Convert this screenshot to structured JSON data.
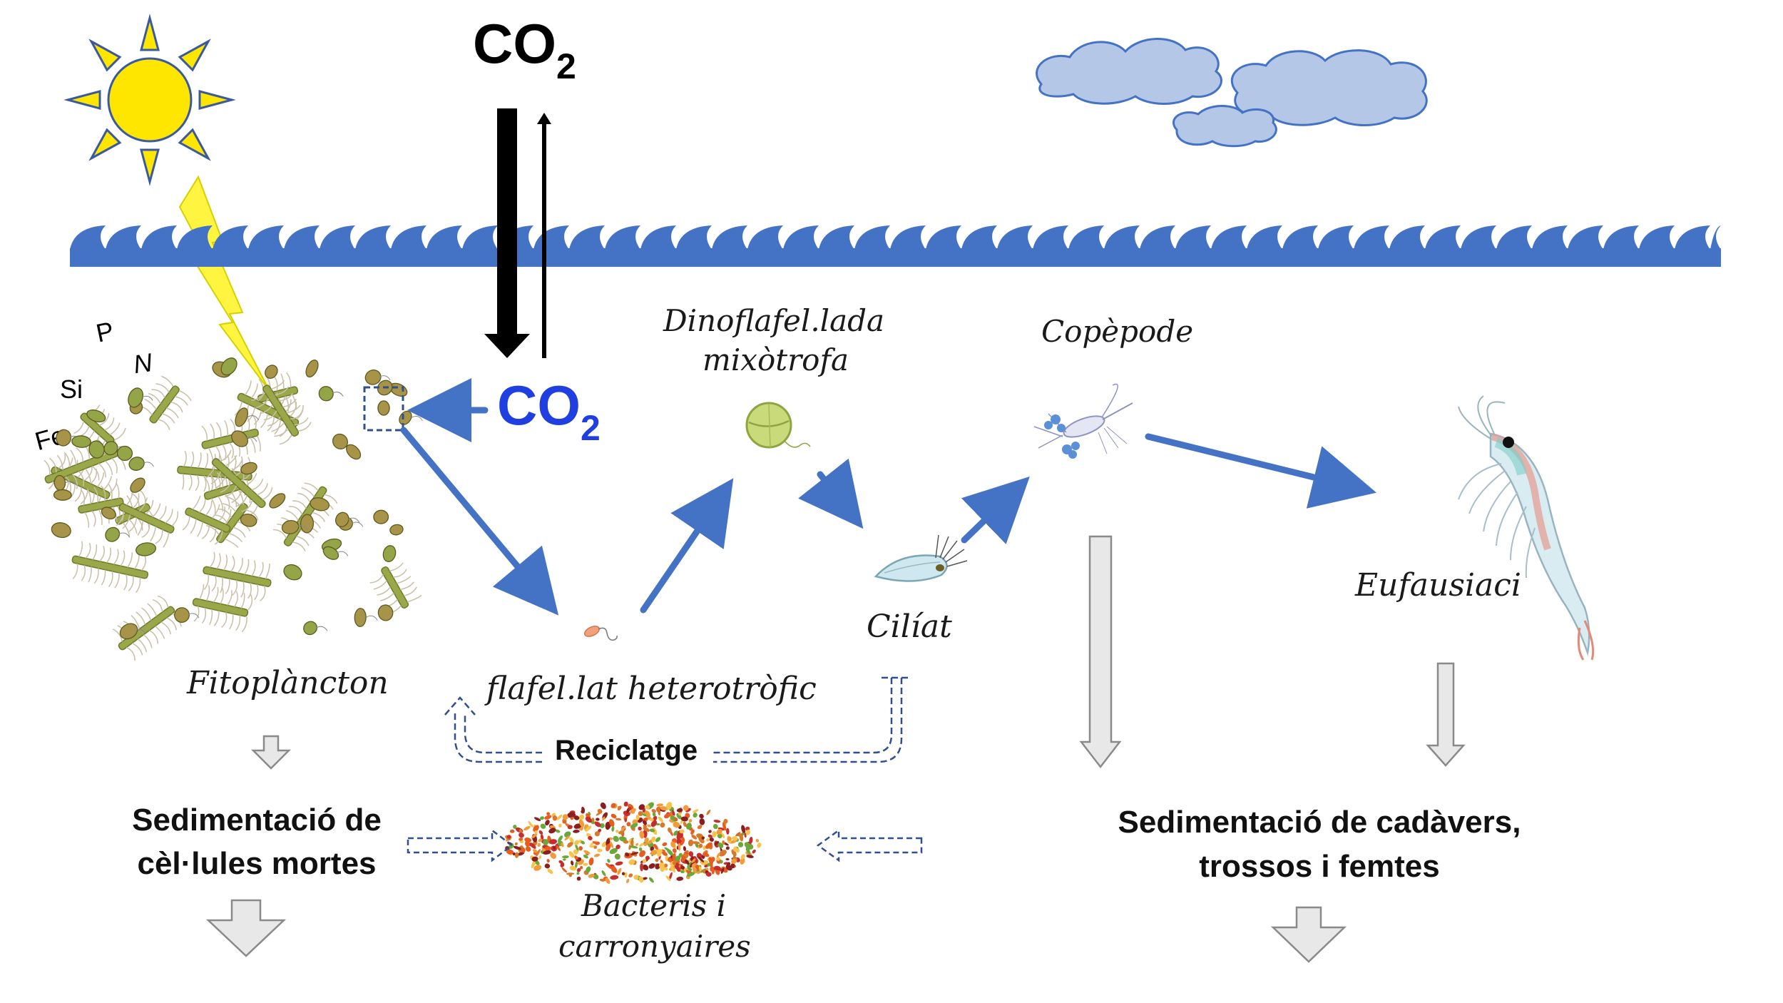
{
  "labels": {
    "co2_top": "CO",
    "co2_top_sub": "2",
    "co2_blue": "CO",
    "co2_blue_sub": "2",
    "nutrient_p": "P",
    "nutrient_n": "N",
    "nutrient_si": "Si",
    "nutrient_fe": "Fe",
    "dinoflagellate": "Dinoflafel.lada",
    "dinoflagellate_line2": "mixòtrofa",
    "copepod": "Copèpode",
    "krill": "Eufausiaci",
    "ciliate": "Cilíat",
    "phytoplankton": "Fitoplàncton",
    "heterotrophic_flagellate": "flafel.lat heterotròfic",
    "recycling": "Reciclatge",
    "sedimentation_cells_line1": "Sedimentació de",
    "sedimentation_cells_line2": "cèl·lules mortes",
    "sedimentation_remains_line1": "Sedimentació de cadàvers,",
    "sedimentation_remains_line2": "trossos i femtes",
    "bacteria_line1": "Bacteris i",
    "bacteria_line2": "carronyaires"
  },
  "colors": {
    "sea": "#4472C4",
    "flow_arrow": "#4472C4",
    "co2_blue": "#1F3FE0",
    "sun": "#FFE600",
    "cloud": "#B4C7E7",
    "sink_arrow": "#E8E8E8",
    "phyto": "#9AA84A"
  }
}
